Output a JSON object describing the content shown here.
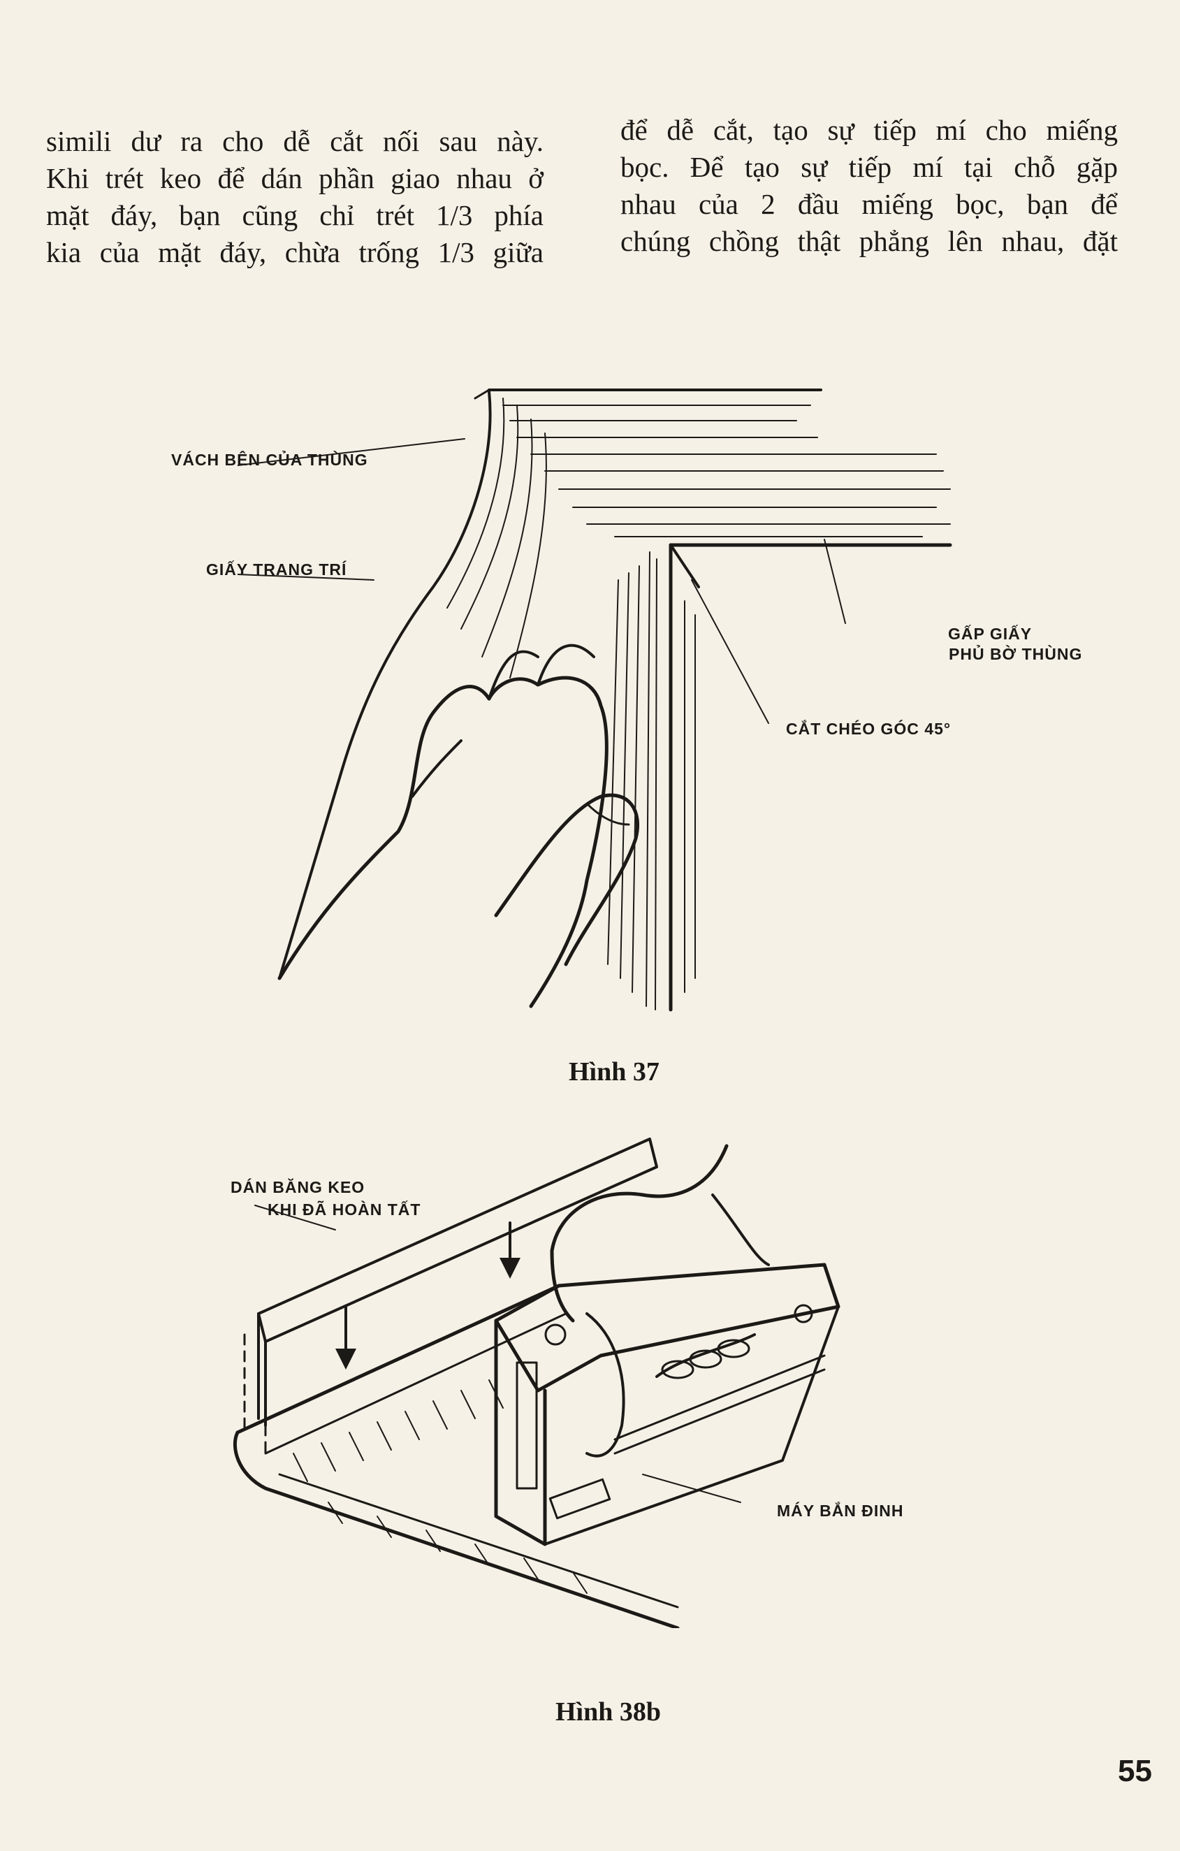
{
  "text_left": [
    "simili dư ra cho dễ cắt nối sau này.",
    "Khi trét keo để dán phần giao nhau ở",
    "mặt đáy, bạn cũng chỉ trét 1/3 phía",
    "kia của mặt đáy, chừa trống 1/3 giữa"
  ],
  "text_right": [
    "để dễ cắt, tạo sự tiếp mí cho miếng",
    "bọc. Để tạo sự tiếp mí tại chỗ gặp",
    "nhau của 2 đầu miếng bọc, bạn để",
    "chúng chồng thật phẳng lên nhau, đặt"
  ],
  "figure37": {
    "caption": "Hình 37",
    "labels": {
      "side_wall": "VÁCH BÊN CỦA THÙNG",
      "decor_paper": "GIẤY TRANG TRÍ",
      "fold_line1": "GẤP GIẤY",
      "fold_line2": "PHỦ BỜ THÙNG",
      "miter_cut": "CẮT CHÉO GÓC 45°"
    }
  },
  "figure38b": {
    "caption": "Hình 38b",
    "labels": {
      "tape_line1": "DÁN BĂNG KEO",
      "tape_line2": "KHI ĐÃ HOÀN TẤT",
      "stapler": "MÁY BẮN ĐINH"
    }
  },
  "page_number": "55"
}
